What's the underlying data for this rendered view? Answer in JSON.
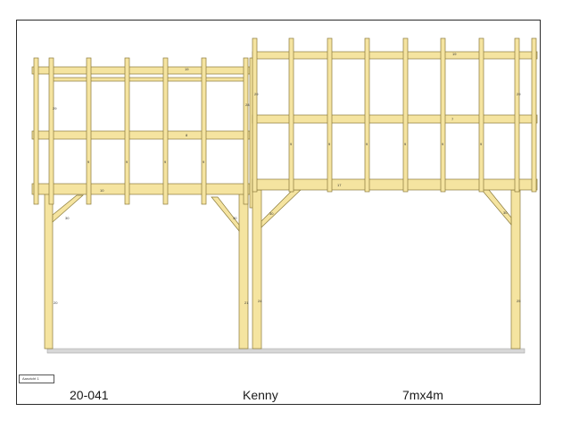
{
  "footer": {
    "project_number": "20-041",
    "client_name": "Kenny",
    "dimensions": "7mx4m"
  },
  "legend": {
    "label": "Aanzicht 1"
  },
  "member_labels": {
    "ridge_left": "19",
    "ridge_right": "19",
    "purlin_left": "8",
    "purlin_right": "7",
    "beam_left": "10",
    "beam_right": "17",
    "brace": "30",
    "post_left": "20",
    "post_mid_left": "21",
    "post_mid_right": "24",
    "post_right": "25",
    "rafter": "9",
    "end_rafter": "29",
    "corner_rafter": "28"
  }
}
